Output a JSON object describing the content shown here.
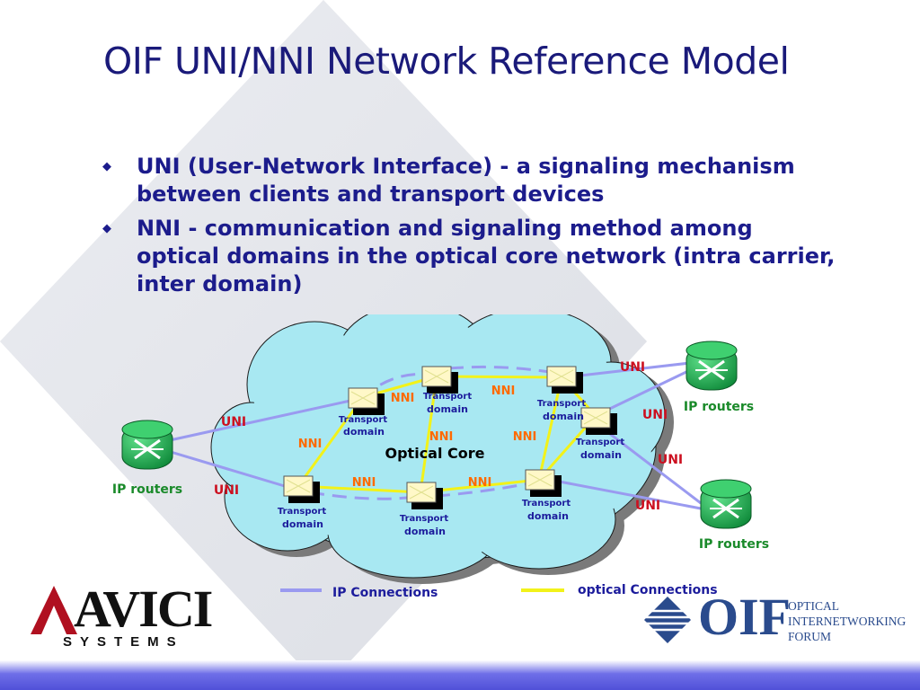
{
  "title": "OIF UNI/NNI Network Reference Model",
  "bullets": [
    "UNI (User-Network Interface) - a signaling mechanism between clients and transport devices",
    "NNI - communication and signaling method among optical domains in the optical core network (intra carrier, inter domain)"
  ],
  "diagram": {
    "core_label": "Optical Core",
    "domain_label_line1": "Transport",
    "domain_label_line2": "domain",
    "uni_label": "UNI",
    "nni_label": "NNI",
    "router_label": "IP routers",
    "legend": {
      "ip_connections": "IP Connections",
      "optical_connections": "optical Connections"
    },
    "colors": {
      "cloud": "#a8e8f2",
      "ip_line": "#9a9af0",
      "optical_line": "#f2f21a",
      "uni_text": "#cc1020",
      "nni_text": "#ff6a00",
      "domain_text": "#1c1c9c",
      "router": "#1aa34a",
      "router_label": "#1a8a2a"
    }
  },
  "logos": {
    "avici_main": "AVICI",
    "avici_sub": "SYSTEMS",
    "oif_abbr": "OIF",
    "oif_line1": "OPTICAL",
    "oif_line2": "INTERNETWORKING",
    "oif_line3": "FORUM"
  }
}
